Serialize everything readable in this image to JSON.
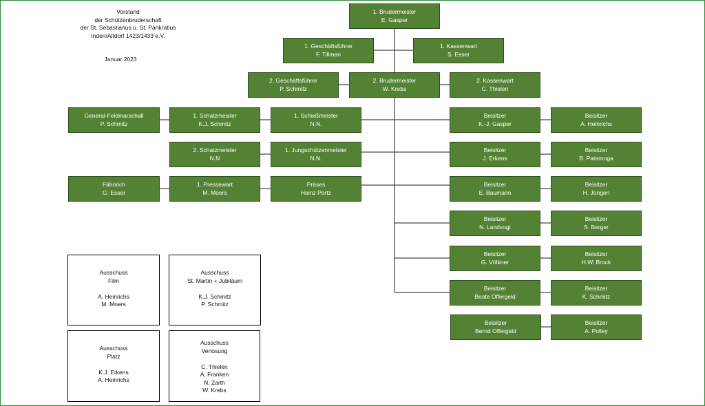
{
  "header": {
    "lines": [
      "Vorstand",
      "der Schützenbruderschaft",
      "der St. Sebastianus u. St. Pankratius",
      "Inden/Altdorf 1423/1433 e.V."
    ],
    "date": "Januar 2023"
  },
  "boxes": [
    {
      "id": "bruder1",
      "title": "1. Brudermeister",
      "name": "E. Gasper"
    },
    {
      "id": "gf1",
      "title": "1. Geschäftsführer",
      "name": "F. Tillman"
    },
    {
      "id": "kw1",
      "title": "1. Kassenwart",
      "name": "S. Esser"
    },
    {
      "id": "gf2",
      "title": "2. Geschäftsführer",
      "name": "P. Schmitz"
    },
    {
      "id": "bruder2",
      "title": "2. Brudermeister",
      "name": "W. Krebs"
    },
    {
      "id": "kw2",
      "title": "2. Kassenwart",
      "name": "C. Thielen"
    },
    {
      "id": "gfm",
      "title": "General-Feldmarschall",
      "name": "P. Schmitz"
    },
    {
      "id": "sm1",
      "title": "1. Schatzmeister",
      "name": "K.J. Schmitz"
    },
    {
      "id": "schiess1",
      "title": "1. Schießmeister",
      "name": "N.N."
    },
    {
      "id": "sm2",
      "title": "2. Schatzmeister",
      "name": "N.N"
    },
    {
      "id": "jung1",
      "title": "1. Jungschützenmeister",
      "name": "N.N."
    },
    {
      "id": "faehnrich",
      "title": "Fähnrich",
      "name": "G. Esser"
    },
    {
      "id": "presse1",
      "title": "1. Pressewart",
      "name": "M. Moers"
    },
    {
      "id": "praeses",
      "title": "Präses",
      "name": "Heinz Portz"
    },
    {
      "id": "b1l",
      "title": "Beisitzer",
      "name": "K.-J. Gasper"
    },
    {
      "id": "b1r",
      "title": "Beisitzer",
      "name": "A. Heinrichs"
    },
    {
      "id": "b2l",
      "title": "Beisitzer",
      "name": "J. Erkens"
    },
    {
      "id": "b2r",
      "title": "Beisitzer",
      "name": "B. Paternoga"
    },
    {
      "id": "b3l",
      "title": "Beisitzer",
      "name": "E. Baumann"
    },
    {
      "id": "b3r",
      "title": "Beisitzer",
      "name": "H. Jongen"
    },
    {
      "id": "b4l",
      "title": "Beisitzer",
      "name": "N. Landvogt"
    },
    {
      "id": "b4r",
      "title": "Beisitzer",
      "name": "S. Berger"
    },
    {
      "id": "b5l",
      "title": "Beisitzer",
      "name": "G. Völkner"
    },
    {
      "id": "b5r",
      "title": "Beisitzer",
      "name": "H.W. Brock"
    },
    {
      "id": "b6l",
      "title": "Beisitzer",
      "name": "Beate Offergeld"
    },
    {
      "id": "b6r",
      "title": "Beisitzer",
      "name": "K. Schmitz"
    },
    {
      "id": "b7l",
      "title": "Beisitzer",
      "name": "Bernd Offergeld"
    },
    {
      "id": "b7r",
      "title": "Beisitzer",
      "name": "A. Polley"
    }
  ],
  "committees": [
    {
      "id": "film",
      "title": [
        "Ausschuss",
        "Film"
      ],
      "members": [
        "A. Heinrichs",
        "M. Moers"
      ]
    },
    {
      "id": "martin",
      "title": [
        "Ausschuss",
        "St. Martin + Jubiläum"
      ],
      "members": [
        "K.J. Schmitz",
        "P. Schmitz"
      ]
    },
    {
      "id": "platz",
      "title": [
        "Ausschuss",
        "Platz"
      ],
      "members": [
        "K.J. Erkens",
        "A. Heinrichs"
      ]
    },
    {
      "id": "verlosung",
      "title": [
        "Ausschuss",
        "Verlosung"
      ],
      "members": [
        "C. Thielen",
        "A. Franken",
        "N. Zarth",
        "W. Krebs"
      ]
    }
  ]
}
